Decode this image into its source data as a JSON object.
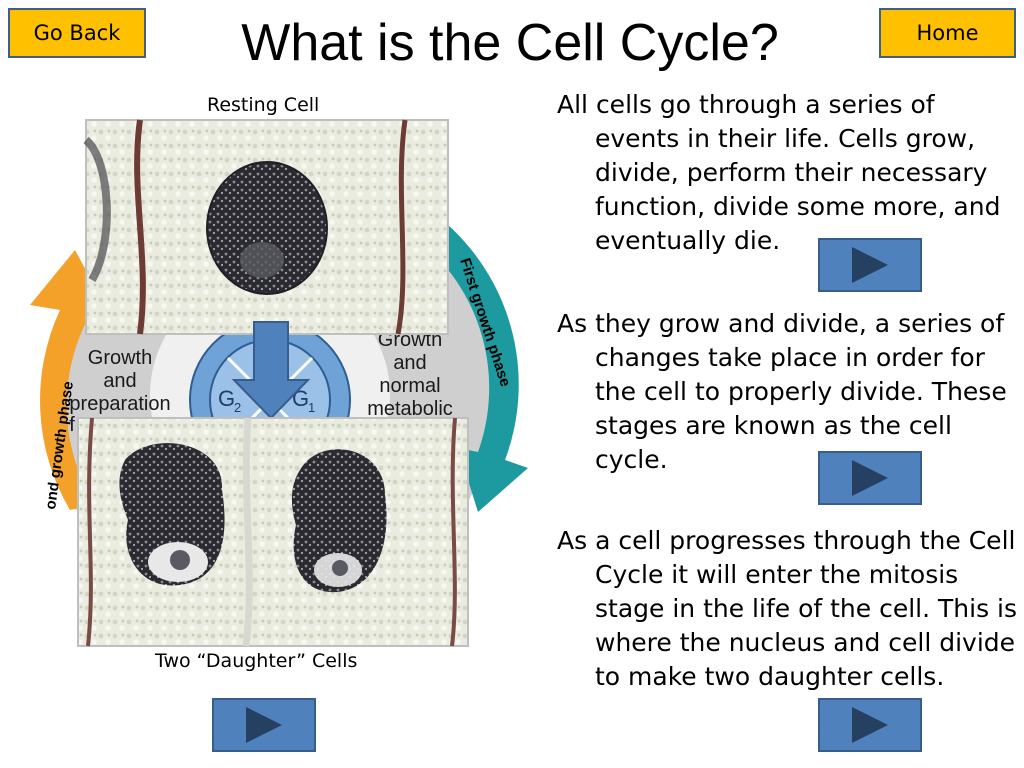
{
  "header": {
    "go_back_label": "Go Back",
    "home_label": "Home",
    "title": "What is the Cell Cycle?"
  },
  "figure": {
    "resting_caption": "Resting Cell",
    "daughter_caption": "Two “Daughter” Cells",
    "cycle_labels": {
      "growth_left_1": "Growth",
      "growth_left_2": "and",
      "growth_left_3": "preparation",
      "growth_left_4": "f",
      "growth_right_1": "Growth",
      "growth_right_2": "and",
      "growth_right_3": "normal",
      "growth_right_4": "metabolic",
      "first_phase": "First growth phase",
      "second_phase": "ond growth phase",
      "g2": "G",
      "g2_sub": "2",
      "g1": "G",
      "g1_sub": "1"
    },
    "colors": {
      "orange_arrow": "#f4a12a",
      "teal_arrow": "#1c9aa0",
      "center_blue": "#6fa3d8",
      "down_arrow": "#4f81bd"
    }
  },
  "paragraphs": [
    "All cells go through a series of events in their life. Cells grow, divide, perform their necessary function, divide some more, and eventually die.",
    "As they grow and divide, a series of changes take place in order for the cell to properly divide. These stages are known as the cell cycle.",
    "As a cell progresses through the Cell Cycle it will enter the mitosis stage in the life of the cell. This is where the nucleus and cell divide to make two daughter cells."
  ],
  "play_buttons": {
    "icon": "play-icon",
    "fill": "#4f81bd",
    "triangle": "#254061"
  }
}
